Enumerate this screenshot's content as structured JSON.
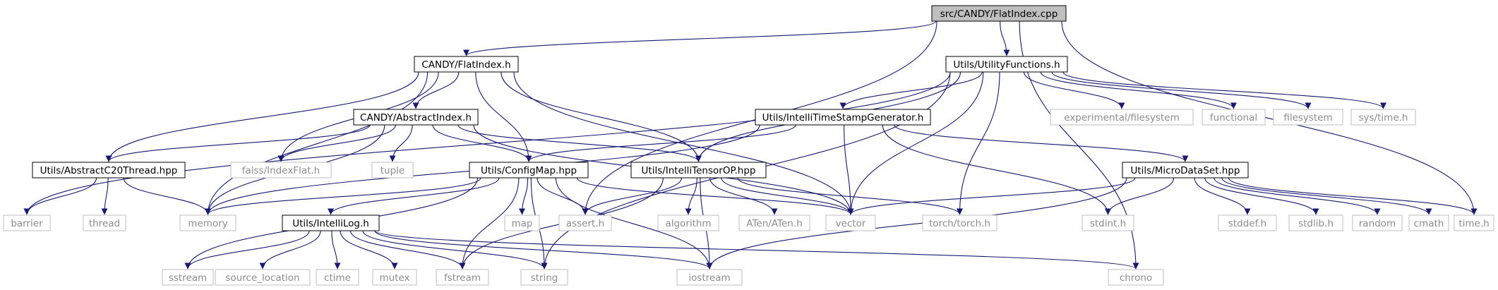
{
  "colors": {
    "edge": "#191970",
    "local_border": "#000000",
    "system_border": "#bfbfbf",
    "root_fill": "#bfbfbf",
    "system_text": "#8c8c8c"
  },
  "nodes": [
    {
      "id": "root",
      "label": "src/CANDY/FlatIndex.cpp",
      "kind": "root"
    },
    {
      "id": "flatindex_h",
      "label": "CANDY/FlatIndex.h",
      "kind": "local"
    },
    {
      "id": "utility_h",
      "label": "Utils/UtilityFunctions.h",
      "kind": "local"
    },
    {
      "id": "abstractindex_h",
      "label": "CANDY/AbstractIndex.h",
      "kind": "local"
    },
    {
      "id": "timestamp_h",
      "label": "Utils/IntelliTimeStampGenerator.h",
      "kind": "local"
    },
    {
      "id": "c20thread_hpp",
      "label": "Utils/AbstractC20Thread.hpp",
      "kind": "local"
    },
    {
      "id": "configmap_hpp",
      "label": "Utils/ConfigMap.hpp",
      "kind": "local"
    },
    {
      "id": "tensorop_hpp",
      "label": "Utils/IntelliTensorOP.hpp",
      "kind": "local"
    },
    {
      "id": "microdataset_hpp",
      "label": "Utils/MicroDataSet.hpp",
      "kind": "local"
    },
    {
      "id": "intellilog_h",
      "label": "Utils/IntelliLog.h",
      "kind": "local"
    },
    {
      "id": "exp_fs",
      "label": "experimental/filesystem",
      "kind": "system"
    },
    {
      "id": "functional",
      "label": "functional",
      "kind": "system"
    },
    {
      "id": "filesystem",
      "label": "filesystem",
      "kind": "system"
    },
    {
      "id": "systime",
      "label": "sys/time.h",
      "kind": "system"
    },
    {
      "id": "faiss",
      "label": "faiss/IndexFlat.h",
      "kind": "system"
    },
    {
      "id": "tuple",
      "label": "tuple",
      "kind": "system"
    },
    {
      "id": "barrier",
      "label": "barrier",
      "kind": "system"
    },
    {
      "id": "thread",
      "label": "thread",
      "kind": "system"
    },
    {
      "id": "memory",
      "label": "memory",
      "kind": "system"
    },
    {
      "id": "map",
      "label": "map",
      "kind": "system"
    },
    {
      "id": "assert",
      "label": "assert.h",
      "kind": "system"
    },
    {
      "id": "algorithm",
      "label": "algorithm",
      "kind": "system"
    },
    {
      "id": "aten",
      "label": "ATen/ATen.h",
      "kind": "system"
    },
    {
      "id": "vector",
      "label": "vector",
      "kind": "system"
    },
    {
      "id": "torch",
      "label": "torch/torch.h",
      "kind": "system"
    },
    {
      "id": "stdint",
      "label": "stdint.h",
      "kind": "system"
    },
    {
      "id": "stddef",
      "label": "stddef.h",
      "kind": "system"
    },
    {
      "id": "stdlib",
      "label": "stdlib.h",
      "kind": "system"
    },
    {
      "id": "random",
      "label": "random",
      "kind": "system"
    },
    {
      "id": "cmath",
      "label": "cmath",
      "kind": "system"
    },
    {
      "id": "timeh",
      "label": "time.h",
      "kind": "system"
    },
    {
      "id": "sstream",
      "label": "sstream",
      "kind": "system"
    },
    {
      "id": "source_location",
      "label": "source_location",
      "kind": "system"
    },
    {
      "id": "ctime",
      "label": "ctime",
      "kind": "system"
    },
    {
      "id": "mutex",
      "label": "mutex",
      "kind": "system"
    },
    {
      "id": "fstream",
      "label": "fstream",
      "kind": "system"
    },
    {
      "id": "string",
      "label": "string",
      "kind": "system"
    },
    {
      "id": "iostream",
      "label": "iostream",
      "kind": "system"
    },
    {
      "id": "chrono",
      "label": "chrono",
      "kind": "system"
    }
  ],
  "edges": [
    [
      "root",
      "flatindex_h"
    ],
    [
      "root",
      "utility_h"
    ],
    [
      "root",
      "assert"
    ],
    [
      "root",
      "timeh"
    ],
    [
      "root",
      "chrono"
    ],
    [
      "flatindex_h",
      "abstractindex_h"
    ],
    [
      "flatindex_h",
      "c20thread_hpp"
    ],
    [
      "flatindex_h",
      "memory"
    ],
    [
      "flatindex_h",
      "faiss"
    ],
    [
      "flatindex_h",
      "configmap_hpp"
    ],
    [
      "flatindex_h",
      "tensorop_hpp"
    ],
    [
      "flatindex_h",
      "vector"
    ],
    [
      "utility_h",
      "barrier"
    ],
    [
      "utility_h",
      "tensorop_hpp"
    ],
    [
      "utility_h",
      "timestamp_h"
    ],
    [
      "utility_h",
      "exp_fs"
    ],
    [
      "utility_h",
      "functional"
    ],
    [
      "utility_h",
      "filesystem"
    ],
    [
      "utility_h",
      "systime"
    ],
    [
      "utility_h",
      "vector"
    ],
    [
      "utility_h",
      "torch"
    ],
    [
      "utility_h",
      "string"
    ],
    [
      "abstractindex_h",
      "c20thread_hpp"
    ],
    [
      "abstractindex_h",
      "faiss"
    ],
    [
      "abstractindex_h",
      "tuple"
    ],
    [
      "abstractindex_h",
      "memory"
    ],
    [
      "abstractindex_h",
      "configmap_hpp"
    ],
    [
      "abstractindex_h",
      "tensorop_hpp"
    ],
    [
      "abstractindex_h",
      "vector"
    ],
    [
      "timestamp_h",
      "configmap_hpp"
    ],
    [
      "timestamp_h",
      "microdataset_hpp"
    ],
    [
      "timestamp_h",
      "memory"
    ],
    [
      "timestamp_h",
      "vector"
    ],
    [
      "timestamp_h",
      "stdint"
    ],
    [
      "c20thread_hpp",
      "barrier"
    ],
    [
      "c20thread_hpp",
      "thread"
    ],
    [
      "c20thread_hpp",
      "memory"
    ],
    [
      "configmap_hpp",
      "memory"
    ],
    [
      "configmap_hpp",
      "sstream"
    ],
    [
      "configmap_hpp",
      "intellilog_h"
    ],
    [
      "configmap_hpp",
      "map"
    ],
    [
      "configmap_hpp",
      "assert"
    ],
    [
      "configmap_hpp",
      "vector"
    ],
    [
      "configmap_hpp",
      "fstream"
    ],
    [
      "configmap_hpp",
      "string"
    ],
    [
      "configmap_hpp",
      "iostream"
    ],
    [
      "tensorop_hpp",
      "assert"
    ],
    [
      "tensorop_hpp",
      "algorithm"
    ],
    [
      "tensorop_hpp",
      "aten"
    ],
    [
      "tensorop_hpp",
      "vector"
    ],
    [
      "tensorop_hpp",
      "torch"
    ],
    [
      "tensorop_hpp",
      "iostream"
    ],
    [
      "tensorop_hpp",
      "fstream"
    ],
    [
      "microdataset_hpp",
      "vector"
    ],
    [
      "microdataset_hpp",
      "stdint"
    ],
    [
      "microdataset_hpp",
      "stddef"
    ],
    [
      "microdataset_hpp",
      "stdlib"
    ],
    [
      "microdataset_hpp",
      "random"
    ],
    [
      "microdataset_hpp",
      "cmath"
    ],
    [
      "microdataset_hpp",
      "timeh"
    ],
    [
      "microdataset_hpp",
      "iostream"
    ],
    [
      "intellilog_h",
      "sstream"
    ],
    [
      "intellilog_h",
      "source_location"
    ],
    [
      "intellilog_h",
      "ctime"
    ],
    [
      "intellilog_h",
      "mutex"
    ],
    [
      "intellilog_h",
      "fstream"
    ],
    [
      "intellilog_h",
      "string"
    ],
    [
      "intellilog_h",
      "iostream"
    ],
    [
      "intellilog_h",
      "chrono"
    ]
  ]
}
